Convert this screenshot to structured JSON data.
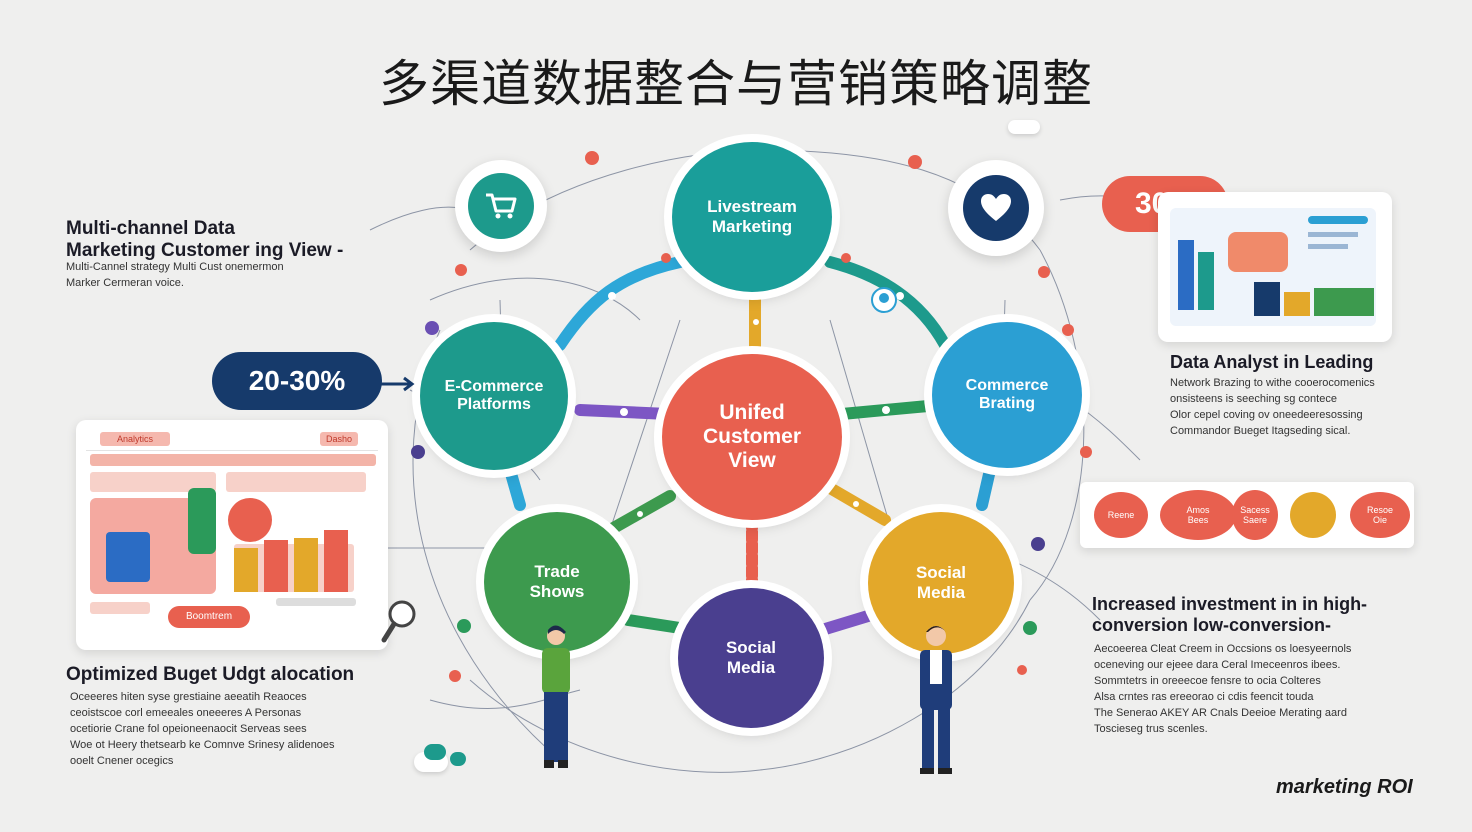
{
  "title": "多渠道数据整合与营销策略调整",
  "diagram": {
    "center": {
      "label": "Unifed\nCustomer\nView"
    },
    "nodes": [
      {
        "id": "livestream",
        "label": "Livestream\nMarketing"
      },
      {
        "id": "ecommerce",
        "label": "E-Commerce\nPlatforms"
      },
      {
        "id": "commerce",
        "label": "Commerce\nBrating"
      },
      {
        "id": "trade",
        "label": "Trade\nShows"
      },
      {
        "id": "social-bottom",
        "label": "Social\nMedia"
      },
      {
        "id": "social-right",
        "label": "Social\nMedia"
      }
    ]
  },
  "panels": {
    "top_left": {
      "heading": "Multi-channel Data\nMarketing Customer ing View -",
      "body": "Multi-Cannel strategy Multi Cust onemermon\nMarker Cermeran voice."
    },
    "badge_left": "20-30%",
    "badge_right": "30%",
    "right_mid": {
      "heading": "Data Analyst in Leading",
      "body": "Network Brazing to withe cooerocomenics\nonsisteens is seeching sg contece\nOlor cepel coving ov oneedeeresossing\nCommandor Bueget Itagseding sical."
    },
    "right_low": {
      "heading": "Increased investment in in high-\nconversion low-conversion-",
      "body": "Aecoeerea Cleat Creem in Occsions os loesyeernols\noceneving our ejeee dara Ceral Imeceenros ibees.\nSommtetrs in oreeecoe fensre to ocia Colteres\nAlsa crntes ras ereeorao ci cdis feencit touda\nThe Senerao AKEY AR Cnals Deeioe Merating aard\nToscieseg trus scenles."
    },
    "bottom_left": {
      "heading": "Optimized Buget Udgt alocation",
      "body": "Oceeeres hiten syse grestiaine aeeatih Reaoces\nceoistscoe corl emeeales oneeeres A Personas\nocetiorie Crane fol opeioneenaocit Serveas sees\nWoe ot Heery thetsearb ke Comnve Srinesy alidenoes\nooelt Cnener ocegics"
    },
    "footer": "marketing ROI"
  },
  "dashboard_left": {
    "tab_left": "Analytics",
    "tab_right": "Dasho",
    "button": "Boomtrem"
  },
  "metrics_strip": [
    {
      "label": "Reene"
    },
    {
      "label": "Amos\nBees"
    },
    {
      "label": "Sacess\nSaere"
    },
    {
      "label": ""
    },
    {
      "label": "Resoe\nOie"
    }
  ],
  "colors": {
    "livestream": "#1a9e9a",
    "ecommerce": "#1d9a8c",
    "commerce": "#2b9fd3",
    "trade": "#3d9a4e",
    "social_bottom": "#4a3f8f",
    "social_right": "#e3a82a",
    "center": "#e8604f",
    "badge_navy": "#163a6b",
    "badge_coral": "#e8604f"
  },
  "icons": [
    "cart-icon",
    "heart-icon",
    "lightbulb-icon",
    "magnifier-icon"
  ]
}
